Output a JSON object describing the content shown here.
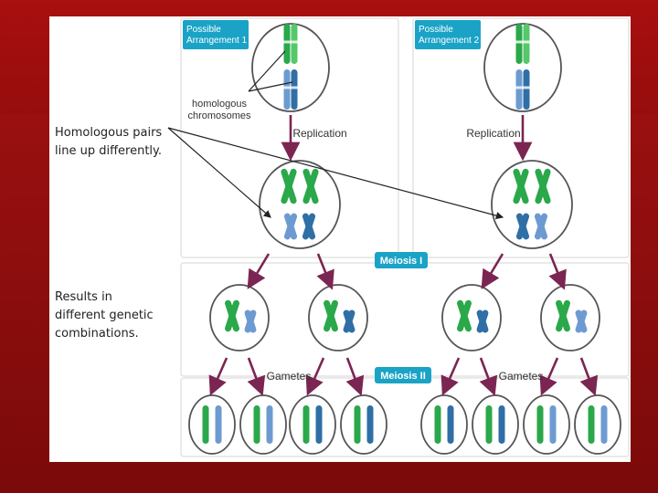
{
  "panels": [
    {
      "arrangement_label": "Possible\nArrangement 1",
      "replication_label": "Replication",
      "gametes_label": "Gametes"
    },
    {
      "arrangement_label": "Possible\nArrangement 2",
      "replication_label": "Replication",
      "gametes_label": "Gametes"
    }
  ],
  "callouts": {
    "homologous_chromosomes": "homologous\nchromosomes",
    "homologous_pairs": "Homologous pairs\nline up differently.",
    "results": "Results  in\ndifferent genetic\ncombinations."
  },
  "stage_labels": {
    "meiosis_1": "Meiosis I",
    "meiosis_2": "Meiosis II"
  },
  "colors": {
    "green": "#2aa84a",
    "light_green": "#55c86a",
    "blue": "#2f6fa6",
    "light_blue": "#6d9bd1",
    "arrow": "#7b2552",
    "tag_bg": "#1aa3c6",
    "cell_fill": "#ffffff",
    "cell_stroke": "#555555"
  }
}
